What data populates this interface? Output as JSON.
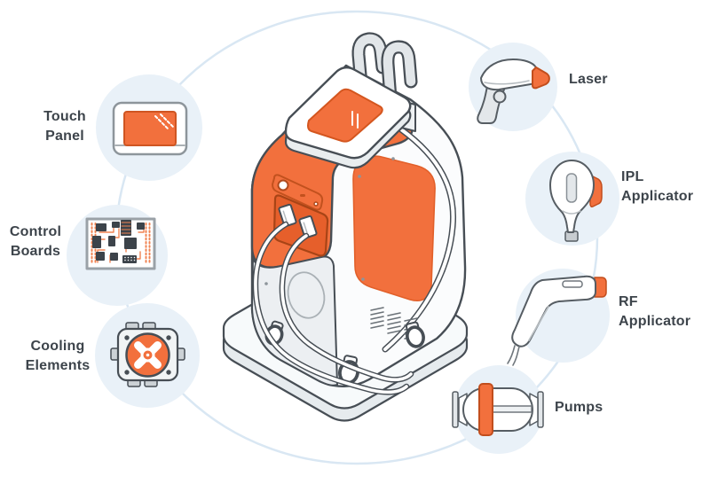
{
  "diagram": {
    "subject": "Laser / IPL aesthetic machine component diagram"
  },
  "components": {
    "left": [
      {
        "name": "touch-panel",
        "icon": "touch-panel-icon",
        "line1": "Touch",
        "line2": "Panel"
      },
      {
        "name": "control-boards",
        "icon": "circuit-board-icon",
        "line1": "Control",
        "line2": "Boards"
      },
      {
        "name": "cooling-elements",
        "icon": "cooling-fan-icon",
        "line1": "Cooling",
        "line2": "Elements"
      }
    ],
    "right": [
      {
        "name": "laser",
        "icon": "laser-handpiece-icon",
        "line1": "Laser",
        "line2": ""
      },
      {
        "name": "ipl-applicator",
        "icon": "ipl-applicator-icon",
        "line1": "IPL",
        "line2": "Applicator"
      },
      {
        "name": "rf-applicator",
        "icon": "rf-applicator-icon",
        "line1": "RF",
        "line2": "Applicator"
      },
      {
        "name": "pumps",
        "icon": "pump-icon",
        "line1": "Pumps",
        "line2": ""
      }
    ]
  },
  "colors": {
    "accent": "#f2703d",
    "accent_dark": "#c8511f",
    "outline": "#474e55",
    "circle_fill": "#e9f1f8",
    "ring": "#d9e7f3",
    "label": "#3d444b"
  }
}
